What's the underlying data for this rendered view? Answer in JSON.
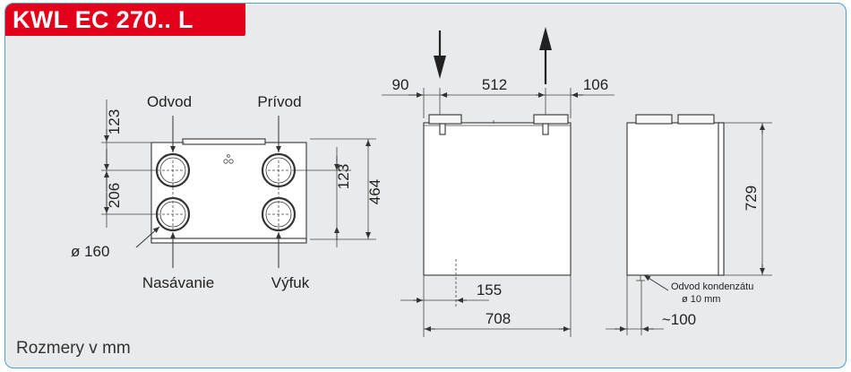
{
  "title": "KWL EC 270.. L",
  "footnote": "Rozmery v mm",
  "front_view": {
    "labels": {
      "odvod": "Odvod",
      "privod": "Prívod",
      "nasavanie": "Nasávanie",
      "vyfuk": "Výfuk",
      "diameter": "ø 160"
    },
    "dims": {
      "top": "123",
      "spacing": "206",
      "right_top": "123",
      "height": "464"
    }
  },
  "side_view": {
    "dims": {
      "left": "90",
      "middle": "512",
      "right": "106",
      "offset": "155",
      "width": "708"
    }
  },
  "depth_view": {
    "dims": {
      "height": "729",
      "depth": "~100"
    },
    "condensate": {
      "line1": "Odvod kondenzátu",
      "line2": "ø 10 mm"
    }
  },
  "colors": {
    "accent": "#e2001a",
    "border": "#4ea0d8",
    "panel": "#e9eaeb"
  }
}
